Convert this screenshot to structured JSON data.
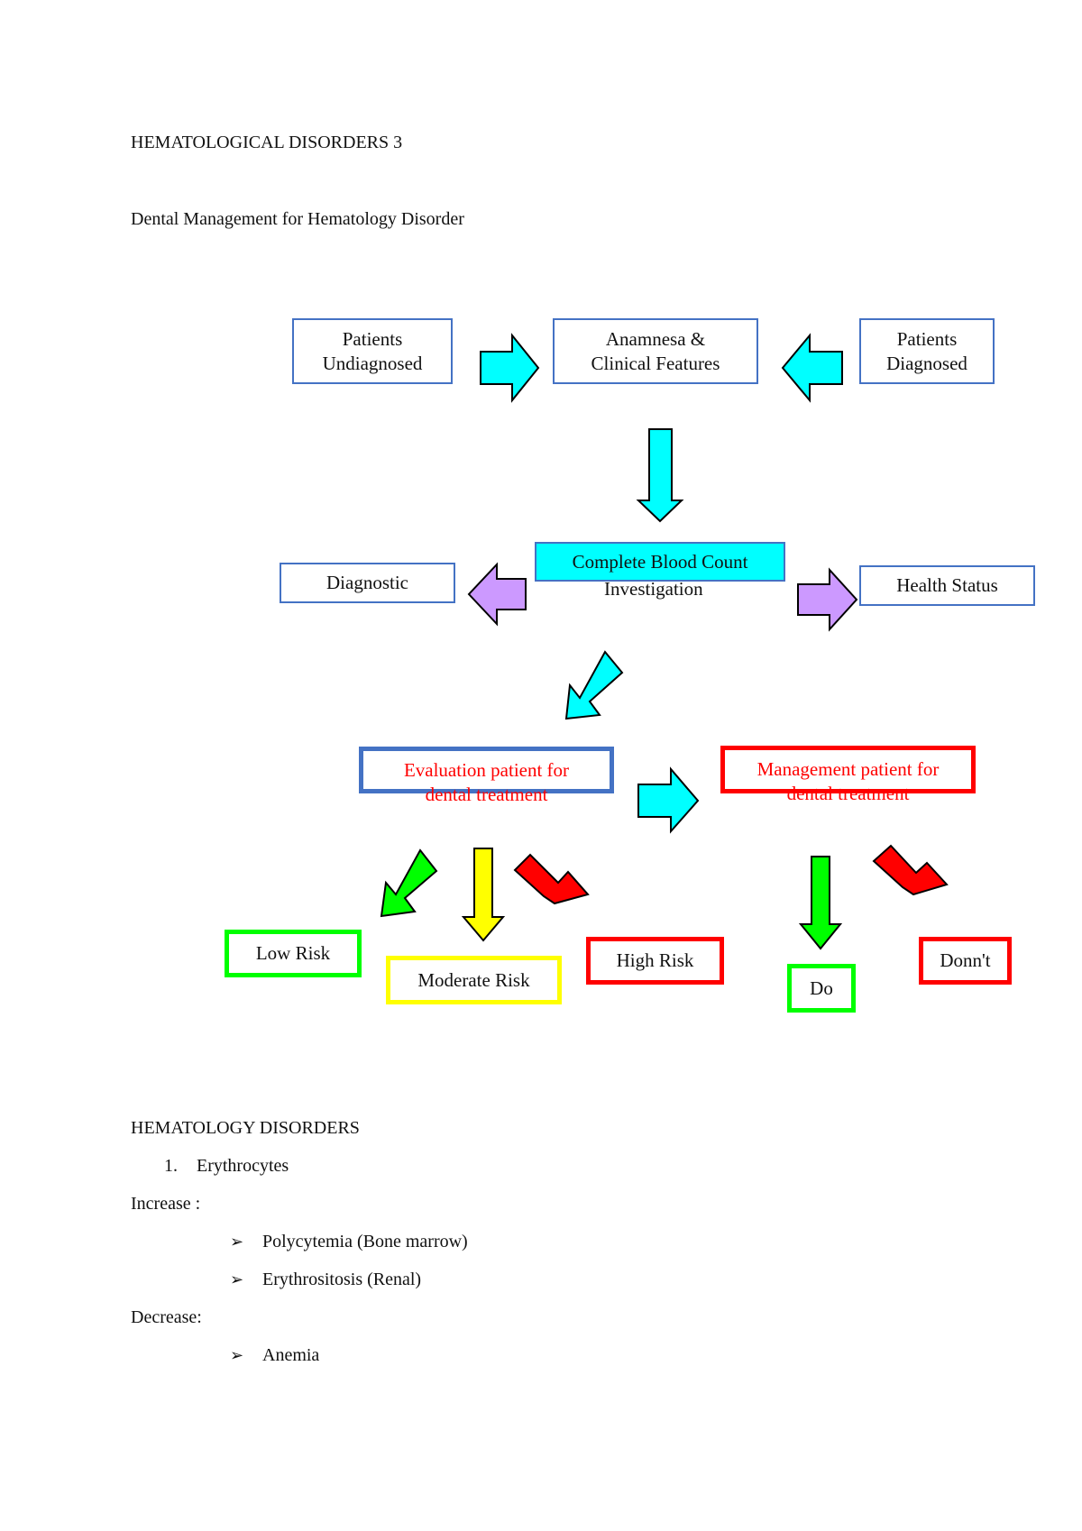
{
  "doc": {
    "heading": "HEMATOLOGICAL  DISORDERS 3",
    "subheading": "Dental Management for Hematology Disorder"
  },
  "flow": {
    "undiagnosed_line1": "Patients",
    "undiagnosed_line2": "Undiagnosed",
    "anamnesa_line1": "Anamnesa &",
    "anamnesa_line2": "Clinical Features",
    "diagnosed_line1": "Patients",
    "diagnosed_line2": "Diagnosed",
    "cbc_line1": "Complete Blood Count",
    "cbc_line2": "Investigation",
    "diagnostic": "Diagnostic",
    "health_status": "Health Status",
    "evaluation_line1": "Evaluation patient for",
    "evaluation_line2": "dental treatment",
    "management_line1": "Management patient for",
    "management_line2": "dental treatment",
    "low_risk": "Low Risk",
    "moderate_risk": "Moderate Risk",
    "high_risk": "High Risk",
    "do": "Do",
    "dont": "Donn't"
  },
  "colors": {
    "box_border": "#4472c4",
    "cyan": "#00ffff",
    "lavender": "#cc99ff",
    "green": "#00ff00",
    "yellow": "#ffff00",
    "red": "#ff0000"
  },
  "section": {
    "title": "HEMATOLOGY DISORDERS",
    "item_number": "1.",
    "item_label": "Erythrocytes",
    "increase_label": "Increase :",
    "increase_items": [
      "Polycytemia (Bone marrow)",
      "Erythrositosis (Renal)"
    ],
    "decrease_label": "Decrease:",
    "decrease_items": [
      "Anemia"
    ],
    "bullet_glyph": "➢"
  }
}
